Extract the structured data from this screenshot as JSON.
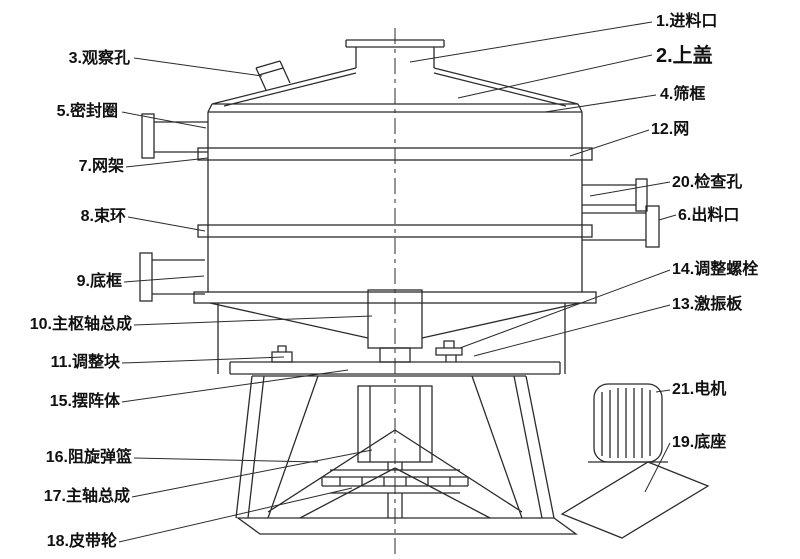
{
  "colors": {
    "line_color": "#2b2b2b",
    "background": "#ffffff",
    "label_text": "#101010"
  },
  "labels": {
    "feed_inlet": "1.进料口",
    "top_cover": "2.上盖",
    "observation_hole": "3.观察孔",
    "sieve_frame": "4.筛框",
    "sealing_ring": "5.密封圈",
    "discharge_outlet": "6.出料口",
    "mesh_frame": "7.网架",
    "clamp_ring": "8.束环",
    "bottom_frame": "9.底框",
    "main_pivot_assembly": "10.主枢轴总成",
    "adjustment_block": "11.调整块",
    "mesh": "12.网",
    "vibration_plate": "13.激振板",
    "adjustment_bolt": "14.调整螺栓",
    "swing_body": "15.摆阵体",
    "spring_basket": "16.阻旋弹篮",
    "main_shaft_assembly": "17.主轴总成",
    "belt_pulley": "18.皮带轮",
    "base": "19.底座",
    "inspection_hole": "20.检查孔",
    "motor": "21.电机"
  }
}
